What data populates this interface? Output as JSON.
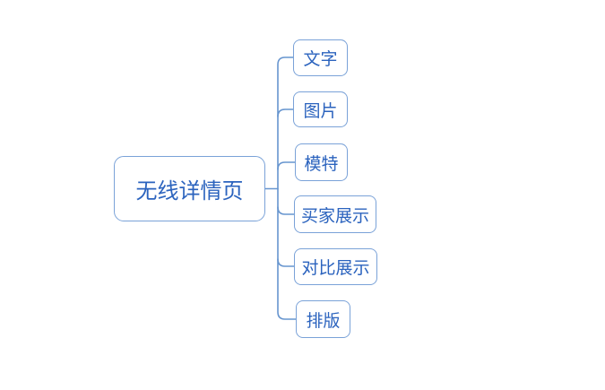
{
  "diagram": {
    "type": "mindmap-tree-right",
    "root": {
      "label": "无线详情页"
    },
    "children": [
      {
        "label": "文字"
      },
      {
        "label": "图片"
      },
      {
        "label": "模特"
      },
      {
        "label": "买家展示"
      },
      {
        "label": "对比展示"
      },
      {
        "label": "排版"
      }
    ],
    "colors": {
      "node_border": "#7aa2d8",
      "node_text": "#2b63be",
      "connector": "#6795cf",
      "background": "#ffffff"
    }
  }
}
